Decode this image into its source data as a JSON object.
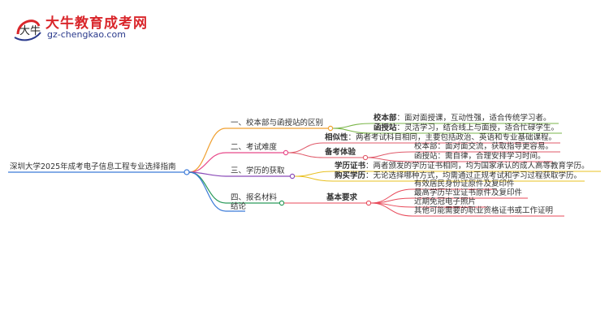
{
  "logo": {
    "title": "大牛教育成考网",
    "url": "gz-chengkao.com",
    "mark_text": "大牛"
  },
  "root": {
    "label": "深圳大学2025年成考电子信息工程专业选择指南"
  },
  "branches": [
    {
      "label": "一、校本部与函授站的区别",
      "color": "#f0a030"
    },
    {
      "label": "二、考试难度",
      "color": "#e84a8a"
    },
    {
      "label": "三、学历的获取",
      "color": "#8a4ab8"
    },
    {
      "label": "四、报名材料",
      "color": "#2a9a5a"
    },
    {
      "label": "结论",
      "color": "#3a7ad8"
    }
  ],
  "leaves": {
    "b1": {
      "k1": "校本部",
      "v1": "：面对面授课，互动性强，适合传统学习者。",
      "k2": "函授站",
      "v2": "：灵活学习，结合线上与面授，适合忙碌学生。"
    },
    "b2": {
      "k1": "相似性",
      "v1": "：两者考试科目相同，主要包括政治、英语和专业基础课程。",
      "k2": "备考体验",
      "s1": "校本部：面对面交流，获取指导更容易。",
      "s2": "函授站：需自律，合理安排学习时间。"
    },
    "b3": {
      "k1": "学历证书",
      "v1": "：两者颁发的学历证书相同，均为国家承认的成人高等教育学历。",
      "k2": "购买学历",
      "v2": "：无论选择哪种方式，均需通过正规考试和学习过程获取学历。"
    },
    "b4": {
      "k1": "基本要求",
      "items": [
        "有效居民身份证原件及复印件",
        "最高学历毕业证书原件及复印件",
        "近期免冠电子照片",
        "其他可能需要的职业资格证书或工作证明"
      ]
    }
  },
  "colors": {
    "b1": "#f0a030",
    "b1_leaf": "#7ab648",
    "b2": "#e84a8a",
    "b2_leaf": "#e05a6a",
    "b3": "#8a4ab8",
    "b3_leaf": "#e8c020",
    "b4": "#2a9a5a",
    "b4_leaf": "#e84a5a",
    "b5": "#3a7ad8",
    "root": "#3a7ad8",
    "logo_red": "#d9262b",
    "logo_blue": "#2a3a8c"
  }
}
